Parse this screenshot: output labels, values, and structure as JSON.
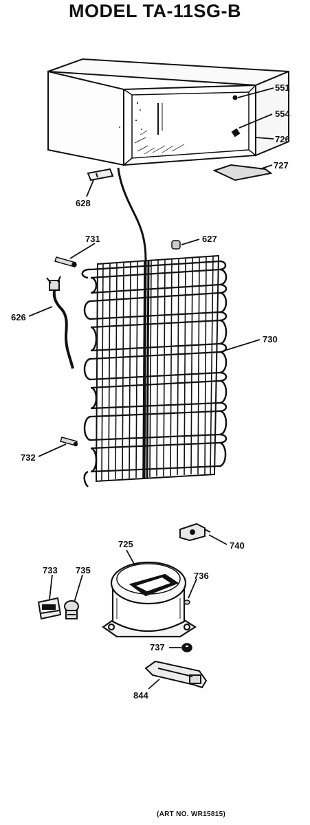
{
  "title": "MODEL TA-11SG-B",
  "art_number": "(ART NO. WR15815)",
  "callouts": {
    "c551": "551",
    "c554": "554",
    "c726": "726",
    "c727": "727",
    "c628": "628",
    "c731": "731",
    "c627": "627",
    "c626": "626",
    "c730": "730",
    "c732": "732",
    "c725": "725",
    "c740": "740",
    "c733": "733",
    "c735": "735",
    "c736": "736",
    "c737": "737",
    "c844": "844"
  },
  "parts": [
    "cabinet-liner",
    "drain-tube",
    "condenser",
    "power-cord",
    "compressor",
    "overload-relay",
    "terminal-cover",
    "mounting-bracket"
  ]
}
